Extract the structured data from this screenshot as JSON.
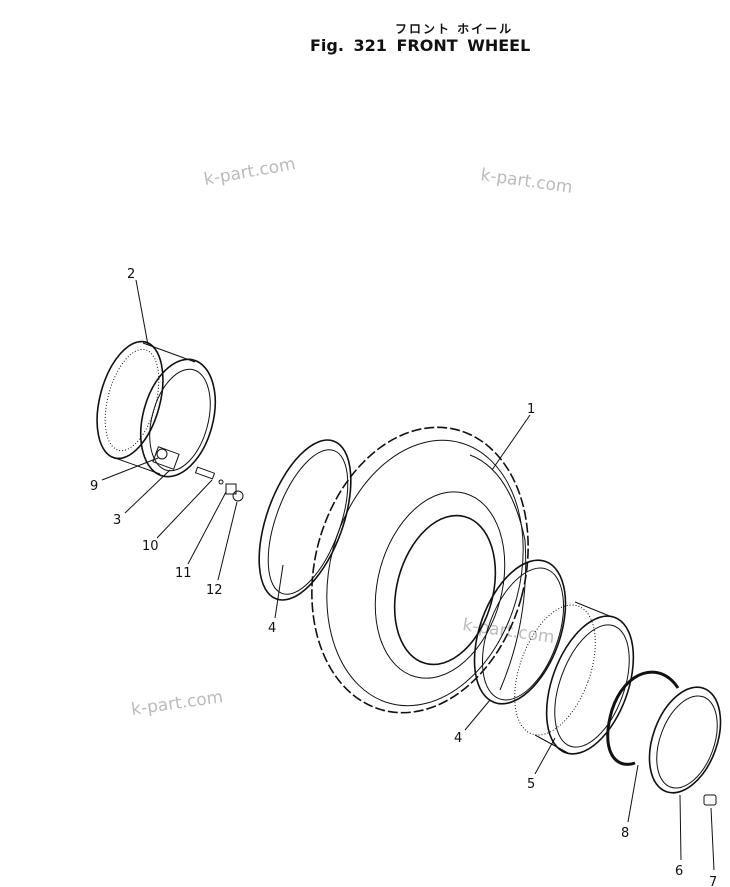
{
  "figure": {
    "title_jp": "フロント ホイール",
    "title": "Fig. 321   FRONT WHEEL"
  },
  "watermark": "k-part.com",
  "callouts": [
    "1",
    "2",
    "3",
    "4",
    "4",
    "5",
    "6",
    "7",
    "8",
    "9",
    "10",
    "11",
    "12"
  ]
}
